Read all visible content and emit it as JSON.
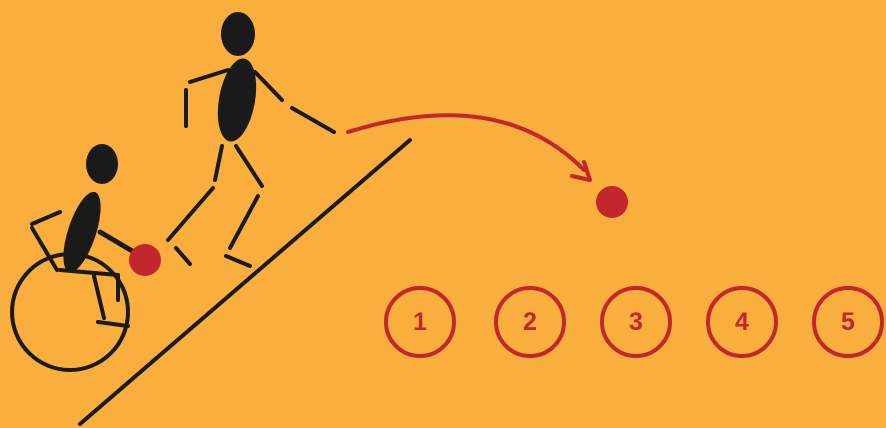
{
  "colors": {
    "background": "#F9AE3D",
    "figure": "#1A1A1A",
    "accent": "#C1272D"
  },
  "targets": [
    {
      "label": "1"
    },
    {
      "label": "2"
    },
    {
      "label": "3"
    },
    {
      "label": "4"
    },
    {
      "label": "5"
    }
  ]
}
